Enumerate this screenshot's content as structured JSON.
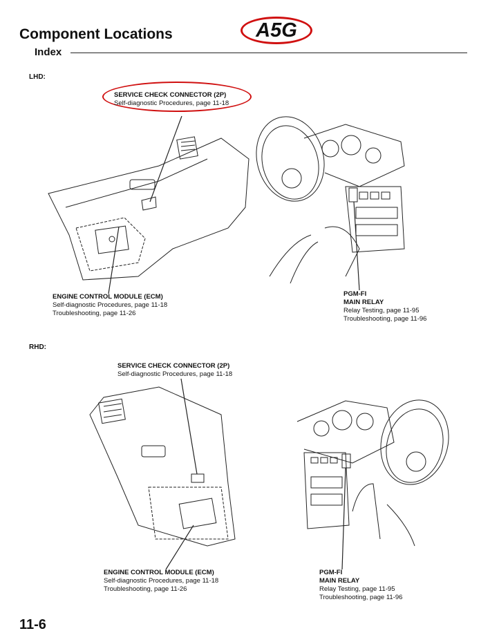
{
  "header": {
    "title": "Component Locations",
    "subtitle": "Index",
    "badge": "A5G"
  },
  "lhd": {
    "section": "LHD:",
    "scc": {
      "name": "SERVICE CHECK CONNECTOR (2P)",
      "refs": [
        "Self-diagnostic Procedures, page 11-18"
      ]
    },
    "ecm": {
      "name": "ENGINE CONTROL MODULE (ECM)",
      "refs": [
        "Self-diagnostic Procedures, page 11-18",
        "Troubleshooting, page 11-26"
      ]
    },
    "relay": {
      "name1": "PGM-FI",
      "name2": "MAIN RELAY",
      "refs": [
        "Relay Testing, page 11-95",
        "Troubleshooting, page 11-96"
      ]
    }
  },
  "rhd": {
    "section": "RHD:",
    "scc": {
      "name": "SERVICE CHECK CONNECTOR (2P)",
      "refs": [
        "Self-diagnostic Procedures, page 11-18"
      ]
    },
    "ecm": {
      "name": "ENGINE CONTROL MODULE (ECM)",
      "refs": [
        "Self-diagnostic Procedures, page 11-18",
        "Troubleshooting, page 11-26"
      ]
    },
    "relay": {
      "name1": "PGM-FI",
      "name2": "MAIN RELAY",
      "refs": [
        "Relay Testing, page 11-95",
        "Troubleshooting, page 11-96"
      ]
    }
  },
  "footer": {
    "page_number": "11-6"
  },
  "colors": {
    "highlight": "#d01010",
    "ink": "#111111"
  }
}
